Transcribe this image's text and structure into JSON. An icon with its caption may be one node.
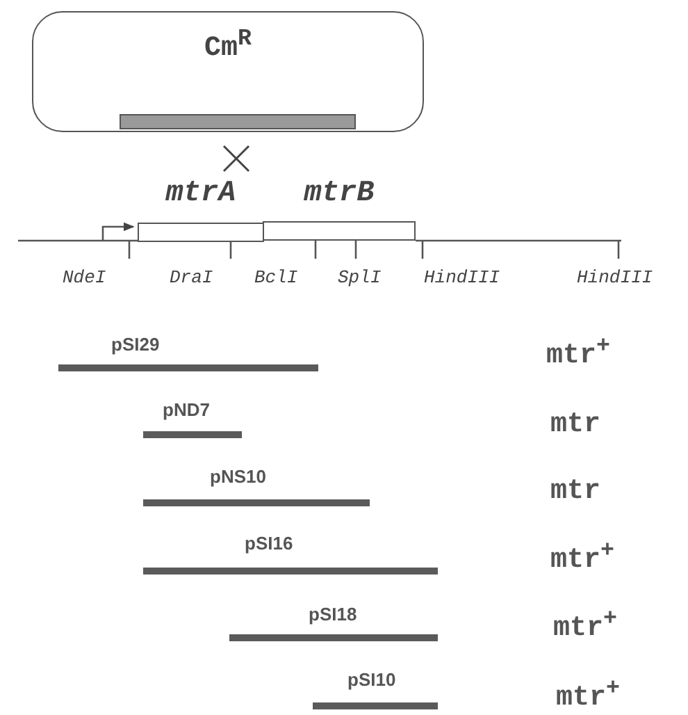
{
  "diagram": {
    "nodes": [
      {
        "text": [
          "Cm$^{R}$"
        ]
      },
      {
        "text": [
          "mtrA"
        ]
      },
      {
        "text": [
          "mtrB"
        ]
      },
      {
        "text": [
          "pSI29"
        ]
      },
      {
        "text": [
          "pND7"
        ]
      },
      {
        "text": [
          "pNS10"
        ]
      },
      {
        "text": [
          "pSI16"
        ]
      },
      {
        "text": [
          "pSI18"
        ]
      },
      {
        "text": [
          "pSI10"
        ]
      }
    ],
    "labels": [
      "NdeI",
      "DraI",
      "BclI",
      "SplI",
      "HindIII",
      "HindIII",
      "mtr$^{+}$",
      "mtr",
      "mtr",
      "mtr$^{+}$",
      "mtr$^{+}$",
      "mtr$^{+}$"
    ]
  }
}
